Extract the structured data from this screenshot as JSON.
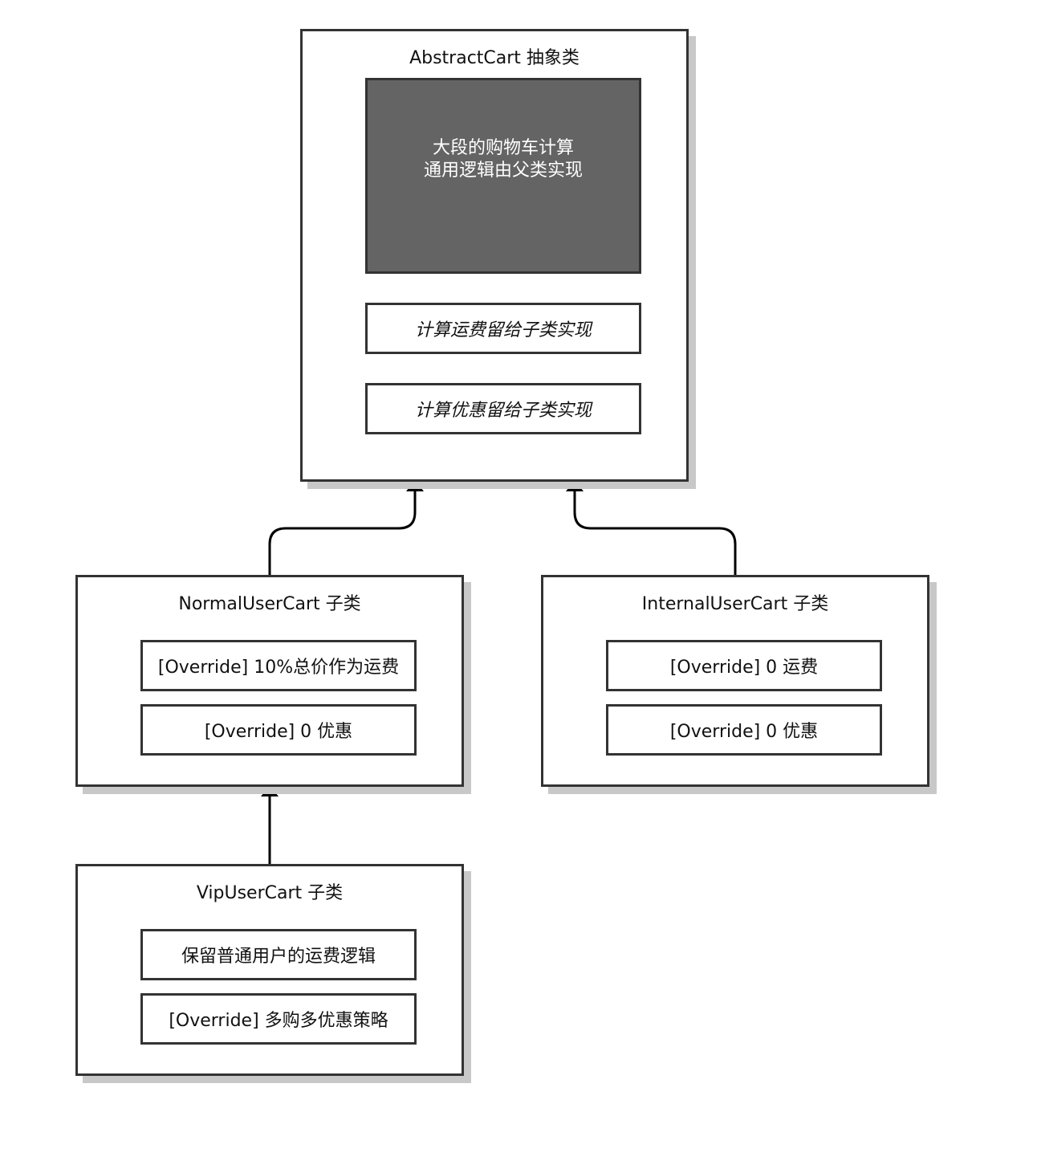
{
  "abstract_cart": {
    "title": "AbstractCart 抽象类",
    "common_logic_line1": "大段的购物车计算",
    "common_logic_line2": "通用逻辑由父类实现",
    "method_shipping": "计算运费留给子类实现",
    "method_discount": "计算优惠留给子类实现"
  },
  "normal_user_cart": {
    "title": "NormalUserCart 子类",
    "method_shipping": "[Override] 10%总价作为运费",
    "method_discount": "[Override] 0 优惠"
  },
  "internal_user_cart": {
    "title": "InternalUserCart 子类",
    "method_shipping": "[Override] 0 运费",
    "method_discount": "[Override] 0 优惠"
  },
  "vip_user_cart": {
    "title": "VipUserCart 子类",
    "method_shipping": "保留普通用户的运费逻辑",
    "method_discount": "[Override] 多购多优惠策略"
  },
  "colors": {
    "border": "#333333",
    "shadow": "#c8c8c8",
    "common_block_fill": "#646464"
  }
}
